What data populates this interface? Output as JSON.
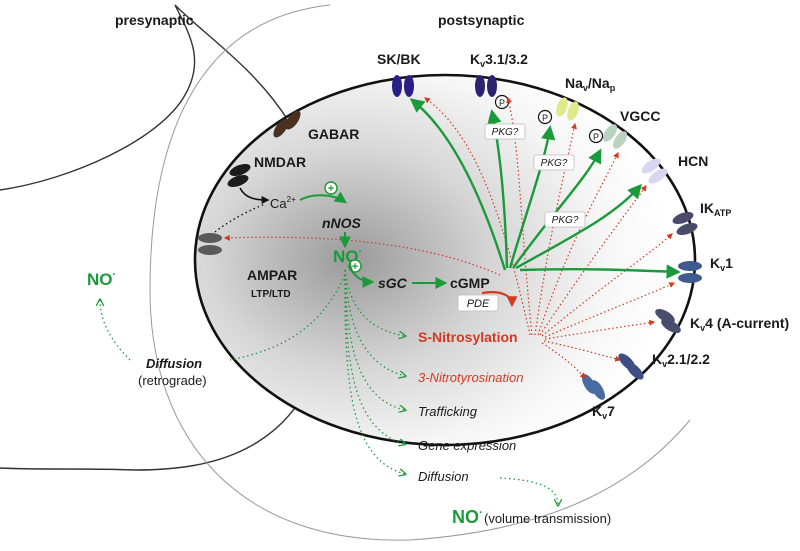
{
  "regions": {
    "presynaptic": "presynaptic",
    "postsynaptic": "postsynaptic"
  },
  "receptors": {
    "gabar": "GABAR",
    "nmdar": "NMDAR",
    "ampar": "AMPAR",
    "ampar_sub": "LTP/LTD"
  },
  "channels": {
    "skbk": "SK/BK",
    "kv31": {
      "main": "K",
      "sub": "v",
      "rest": "3.1/3.2"
    },
    "nav": {
      "main": "Na",
      "sub": "v",
      "sep": "/Na",
      "sub2": "p"
    },
    "vgcc": "VGCC",
    "hcn": "HCN",
    "ikatp": {
      "main": "IK",
      "sub": "ATP"
    },
    "kv1": {
      "main": "K",
      "sub": "v",
      "rest": "1"
    },
    "kv4": {
      "main": "K",
      "sub": "v",
      "rest": "4 (A-current)"
    },
    "kv21": {
      "main": "K",
      "sub": "v",
      "rest": "2.1/2.2"
    },
    "kv7": {
      "main": "K",
      "sub": "v",
      "rest": "7"
    }
  },
  "signals": {
    "ca": "Ca",
    "ca_sup": "2+",
    "plus": "+",
    "nnos": "nNOS",
    "no": "NO",
    "no_sup": "·",
    "sgc": "sGC",
    "cgmp": "cGMP",
    "pde": "PDE",
    "phospho": "P",
    "pkg": "PKG?"
  },
  "pathways": {
    "s_nitrosylation": "S-Nitrosylation",
    "nitrotyrosination": "3-Nitrotyrosination",
    "trafficking": "Trafficking",
    "gene_expression": "Gene expression",
    "diffusion": "Diffusion",
    "diffusion_retro_title": "Diffusion",
    "diffusion_retro_sub": "(retrograde)",
    "volume_transmission": "(volume transmission)"
  },
  "colors": {
    "green": "#1a9a3a",
    "red": "#d23a22",
    "membrane": "#111111",
    "skbk": "#2a1f8a",
    "kv31": "#2a2370",
    "nav": "#dfe88a",
    "vgcc": "#b9d3c0",
    "hcn": "#d9d6ef",
    "ikatp": "#4a4a6a",
    "kv1": "#3e5a8e",
    "kv4": "#4a4e6e",
    "kv21": "#3e4e84",
    "kv7": "#4a6aa2",
    "gabar": "#4a3020",
    "nmdar": "#1c1c1c",
    "ampar": "#5a5a5a"
  }
}
